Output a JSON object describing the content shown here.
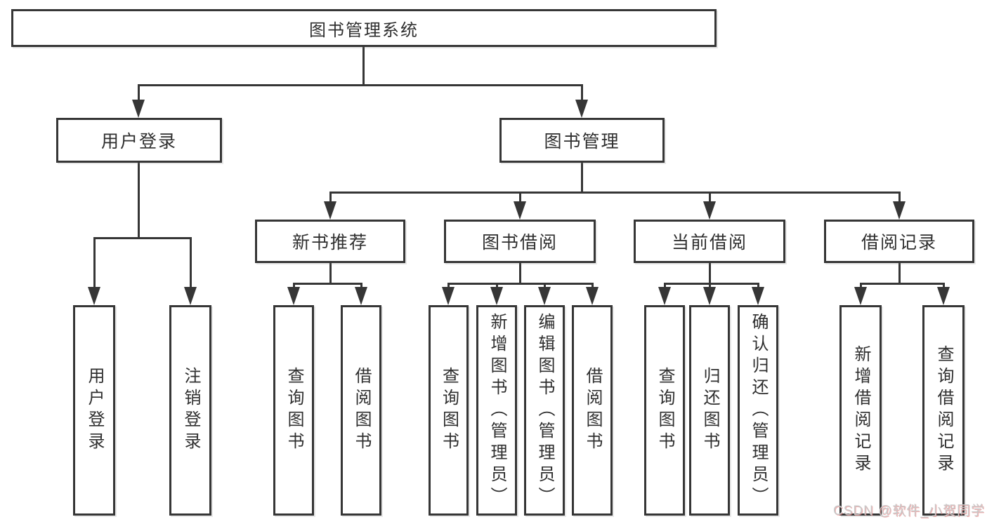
{
  "diagram": {
    "type": "hierarchy-tree",
    "root": {
      "label": "图书管理系统"
    },
    "level2": [
      {
        "label": "用户登录"
      },
      {
        "label": "图书管理"
      }
    ],
    "level3": [
      {
        "label": "新书推荐"
      },
      {
        "label": "图书借阅"
      },
      {
        "label": "当前借阅"
      },
      {
        "label": "借阅记录"
      }
    ],
    "leafGroups": [
      {
        "parent": "用户登录",
        "leaves": [
          {
            "label": "用户登录"
          },
          {
            "label": "注销登录"
          }
        ]
      },
      {
        "parent": "新书推荐",
        "leaves": [
          {
            "label": "查询图书"
          },
          {
            "label": "借阅图书"
          }
        ]
      },
      {
        "parent": "图书借阅",
        "leaves": [
          {
            "label": "查询图书"
          },
          {
            "label": "新增图书（管理员）"
          },
          {
            "label": "编辑图书（管理员）"
          },
          {
            "label": "借阅图书"
          }
        ]
      },
      {
        "parent": "当前借阅",
        "leaves": [
          {
            "label": "查询图书"
          },
          {
            "label": "归还图书"
          },
          {
            "label": "确认归还（管理员）"
          }
        ]
      },
      {
        "parent": "借阅记录",
        "leaves": [
          {
            "label": "新增借阅记录"
          },
          {
            "label": "查询借阅记录"
          }
        ]
      }
    ]
  },
  "watermark": {
    "text": "CSDN @软件_小贺同学"
  },
  "colors": {
    "line": "#363636",
    "text": "#2f2f2f",
    "box_background": "#ffffff",
    "watermark_text": "#c9c9c9",
    "watermark_shadow": "#e98282"
  }
}
